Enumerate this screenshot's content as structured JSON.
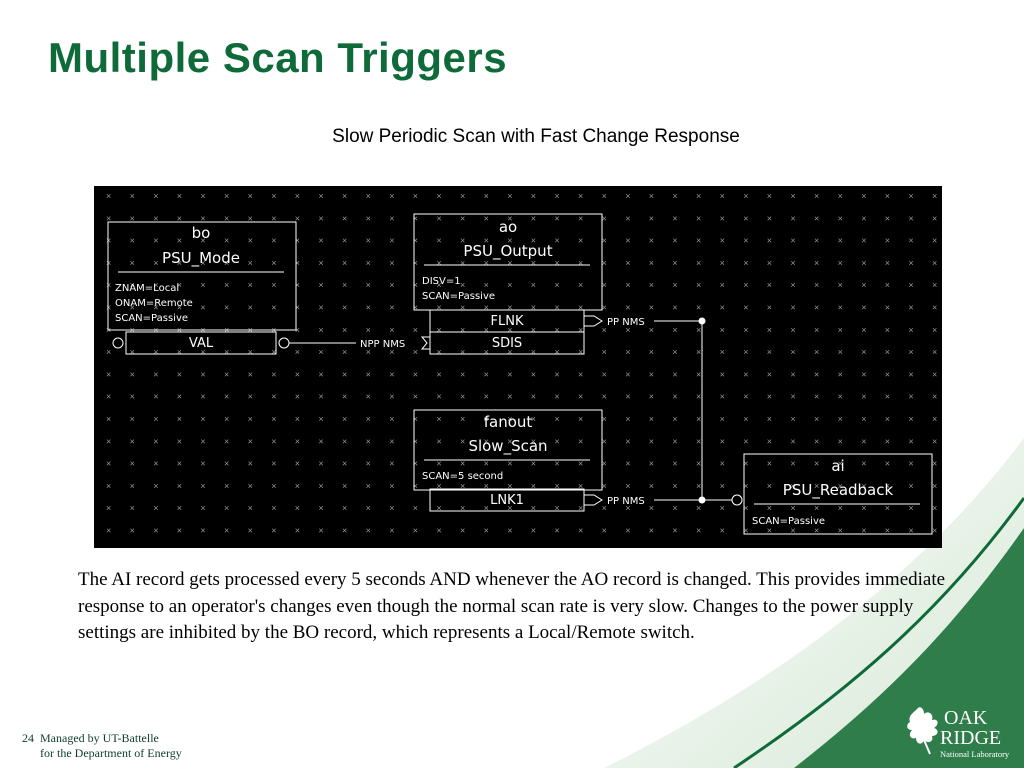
{
  "slide": {
    "title": "Multiple Scan Triggers",
    "subtitle": "Slow Periodic Scan with Fast Change Response",
    "body": "The AI record gets processed every 5 seconds AND whenever the AO record is changed. This provides immediate response to an operator's changes even though the normal scan rate is very slow. Changes to the power supply settings are inhibited by the BO record, which represents a Local/Remote switch.",
    "page_number": "24",
    "footer_line1": "Managed by UT-Battelle",
    "footer_line2": "for the Department of Energy",
    "accent_color": "#0f6a3a"
  },
  "diagram": {
    "grid_glyph": "×",
    "records": {
      "bo": {
        "type": "bo",
        "name": "PSU_Mode",
        "fields": [
          "ZNAM=Local",
          "ONAM=Remote",
          "SCAN=Passive"
        ],
        "port": "VAL"
      },
      "ao": {
        "type": "ao",
        "name": "PSU_Output",
        "fields": [
          "DISV=1",
          "SCAN=Passive"
        ],
        "ports": [
          "FLNK",
          "SDIS"
        ]
      },
      "fanout": {
        "type": "fanout",
        "name": "Slow_Scan",
        "fields": [
          "SCAN=5 second"
        ],
        "port": "LNK1"
      },
      "ai": {
        "type": "ai",
        "name": "PSU_Readback",
        "fields": [
          "SCAN=Passive"
        ]
      }
    },
    "links": {
      "bo_to_ao": "NPP NMS",
      "ao_flnk": "PP NMS",
      "fanout_lnk1": "PP NMS"
    }
  },
  "logo": {
    "line1": "OAK",
    "line2": "RIDGE",
    "line3": "National Laboratory"
  }
}
